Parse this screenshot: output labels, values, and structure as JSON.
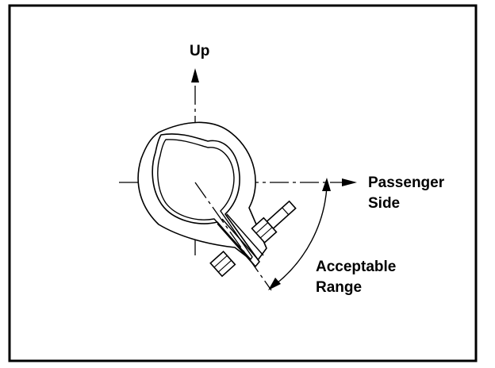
{
  "figure": {
    "up_label": "Up",
    "side_label_line1": "Passenger",
    "side_label_line2": "Side",
    "range_label_line1": "Acceptable",
    "range_label_line2": "Range"
  },
  "colors": {
    "ink": "#000000",
    "background": "#ffffff"
  }
}
